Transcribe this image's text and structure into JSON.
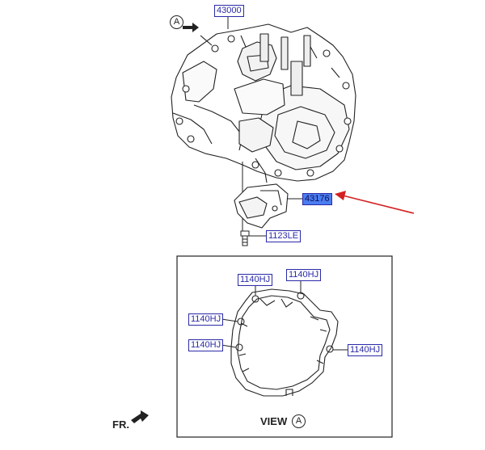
{
  "view_marker": "A",
  "parts": {
    "transmission": "43000",
    "bracket": "43176",
    "bolt": "1123LE",
    "view_bolts": [
      "1140HJ",
      "1140HJ",
      "1140HJ",
      "1140HJ",
      "1140HJ"
    ]
  },
  "view_caption": {
    "text": "VIEW",
    "marker": "A"
  },
  "front_label": "FR.",
  "colors": {
    "label_border": "#2a2aa8",
    "highlight": "#4a7df0",
    "arrow": "#d42020",
    "line": "#222222"
  }
}
